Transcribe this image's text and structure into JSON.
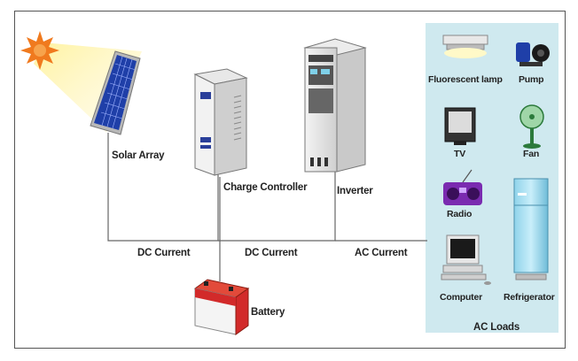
{
  "labels": {
    "solar_array": "Solar Array",
    "charge_controller": "Charge Controller",
    "inverter": "Inverter",
    "battery": "Battery",
    "dc_current_1": "DC Current",
    "dc_current_2": "DC Current",
    "ac_current": "AC Current",
    "ac_loads": "AC Loads"
  },
  "loads": [
    "Fluorescent lamp",
    "Pump",
    "TV",
    "Fan",
    "Radio",
    "Refrigerator",
    "Computer"
  ],
  "colors": {
    "panel_bg": "#cfe9ef",
    "sun": "#f07a1e",
    "solar_cell": "#1f3fa8",
    "battery_red": "#d22a2a",
    "line": "#555555"
  }
}
